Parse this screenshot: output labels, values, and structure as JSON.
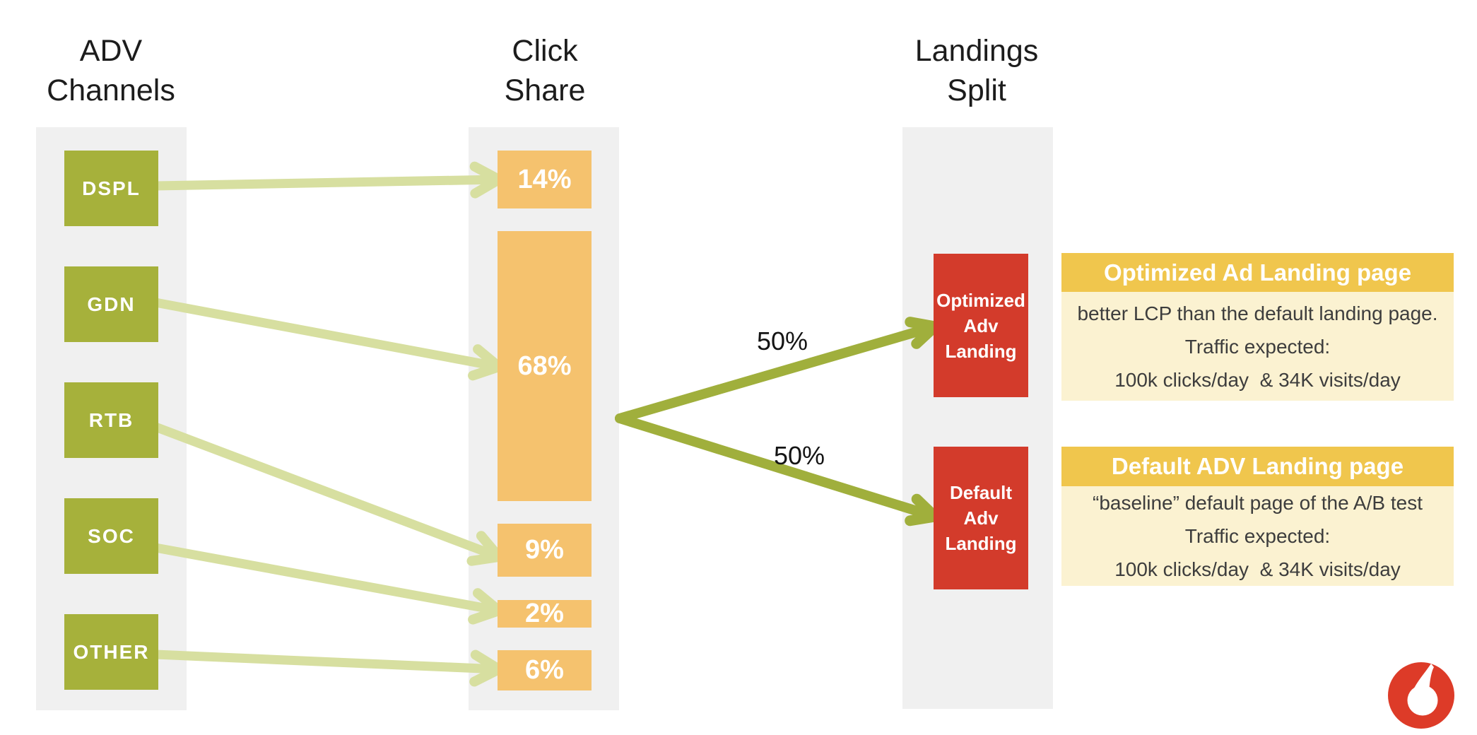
{
  "titles": {
    "adv_channels": {
      "line1": "ADV",
      "line2": "Channels"
    },
    "click_share": {
      "line1": "Click",
      "line2": "Share"
    },
    "landings_split": {
      "line1": "Landings",
      "line2": "Split"
    }
  },
  "channels": [
    "DSPL",
    "GDN",
    "RTB",
    "SOC",
    "OTHER"
  ],
  "click_shares": [
    "14%",
    "68%",
    "9%",
    "2%",
    "6%"
  ],
  "flows": [
    {
      "from": "DSPL",
      "share": "14%"
    },
    {
      "from": "GDN",
      "share": "68%"
    },
    {
      "from": "RTB",
      "share": "9%"
    },
    {
      "from": "SOC",
      "share": "2%"
    },
    {
      "from": "OTHER",
      "share": "6%"
    }
  ],
  "split": {
    "upper": "50%",
    "lower": "50%",
    "upper_target": "Optimized Adv Landing",
    "lower_target": "Default Adv Landing"
  },
  "landing_boxes": [
    {
      "line1": "Optimized",
      "line2": "Adv",
      "line3": "Landing"
    },
    {
      "line1": "Default",
      "line2": "Adv",
      "line3": "Landing"
    }
  ],
  "cards": [
    {
      "title": "Optimized Ad Landing page",
      "line1": "better LCP than the default landing page.",
      "line2": "Traffic expected:",
      "line3": "100k clicks/day  & 34K visits/day"
    },
    {
      "title": "Default ADV Landing page",
      "line1": "“baseline” default page of the A/B test",
      "line2": "Traffic expected:",
      "line3": "100k clicks/day  & 34K visits/day"
    }
  ],
  "logo_icon": "vodafone-speechmark",
  "colors": {
    "channel_green": "#a6b13b",
    "arrow_light": "#d7dfa0",
    "arrow_dark": "#a0af3c",
    "share_orange": "#f5c26e",
    "landing_red": "#d33b2b",
    "card_header_gold": "#f0c64d",
    "card_body_cream": "#fbf2d1",
    "strip_gray": "#f0f0f0",
    "logo_red": "#dd3b28",
    "title_text": "#1c1c1c",
    "body_text": "#3d3d3d"
  }
}
